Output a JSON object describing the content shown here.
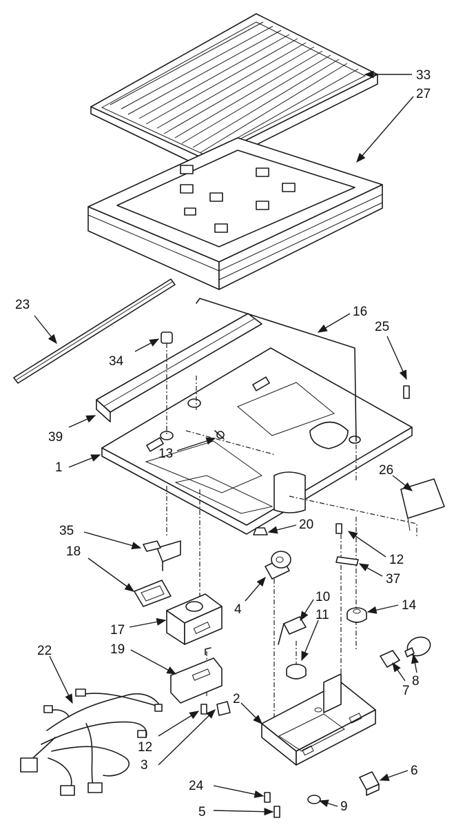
{
  "diagram": {
    "callouts": {
      "c33": "33",
      "c27": "27",
      "c23": "23",
      "c16": "16",
      "c25": "25",
      "c34": "34",
      "c39": "39",
      "c13": "13",
      "c1": "1",
      "c26": "26",
      "c35": "35",
      "c20": "20",
      "c12a": "12",
      "c18": "18",
      "c37": "37",
      "c4": "4",
      "c10": "10",
      "c14": "14",
      "c17": "17",
      "c11": "11",
      "c19": "19",
      "c22": "22",
      "c8": "8",
      "c7": "7",
      "c2": "2",
      "c12b": "12",
      "c3": "3",
      "c6": "6",
      "c24": "24",
      "c5": "5",
      "c9": "9"
    }
  }
}
